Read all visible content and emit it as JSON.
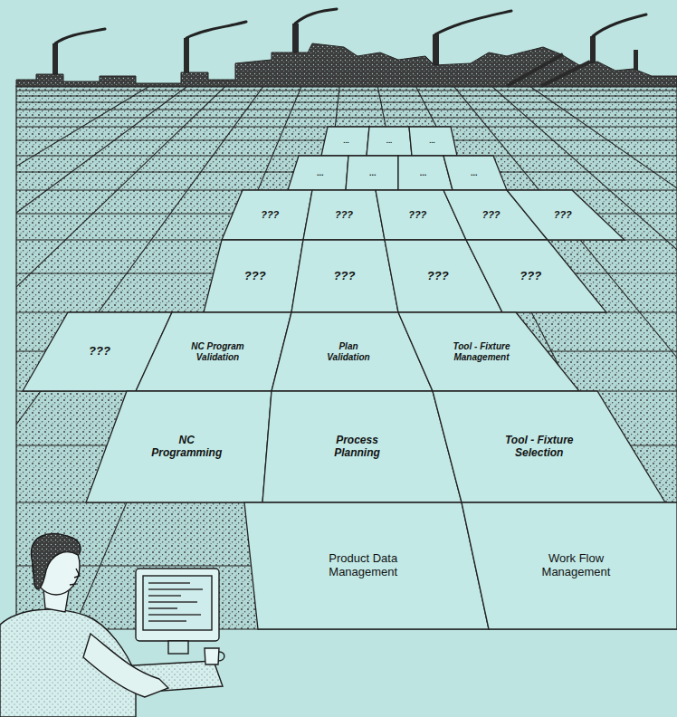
{
  "diagram": {
    "nodes": [
      {
        "text": [
          "..."
        ]
      },
      {
        "text": [
          "..."
        ]
      },
      {
        "text": [
          "..."
        ]
      },
      {
        "text": [
          "..."
        ]
      },
      {
        "text": [
          "..."
        ]
      },
      {
        "text": [
          "..."
        ]
      },
      {
        "text": [
          "..."
        ]
      },
      {
        "text": [
          "???"
        ]
      },
      {
        "text": [
          "???"
        ]
      },
      {
        "text": [
          "???"
        ]
      },
      {
        "text": [
          "???"
        ]
      },
      {
        "text": [
          "???"
        ]
      },
      {
        "text": [
          "???"
        ]
      },
      {
        "text": [
          "???"
        ]
      },
      {
        "text": [
          "???"
        ]
      },
      {
        "text": [
          "???"
        ]
      },
      {
        "text": [
          "???"
        ]
      },
      {
        "text": [
          "NC Program Validation"
        ]
      },
      {
        "text": [
          "Plan Validation"
        ]
      },
      {
        "text": [
          "Tool - Fixture Management"
        ]
      },
      {
        "text": [
          "NC Programming"
        ]
      },
      {
        "text": [
          "Process Planning"
        ]
      },
      {
        "text": [
          "Tool - Fixture Selection"
        ]
      },
      {
        "text": [
          "Product Data Management"
        ]
      },
      {
        "text": [
          "Work Flow Management"
        ]
      }
    ]
  }
}
